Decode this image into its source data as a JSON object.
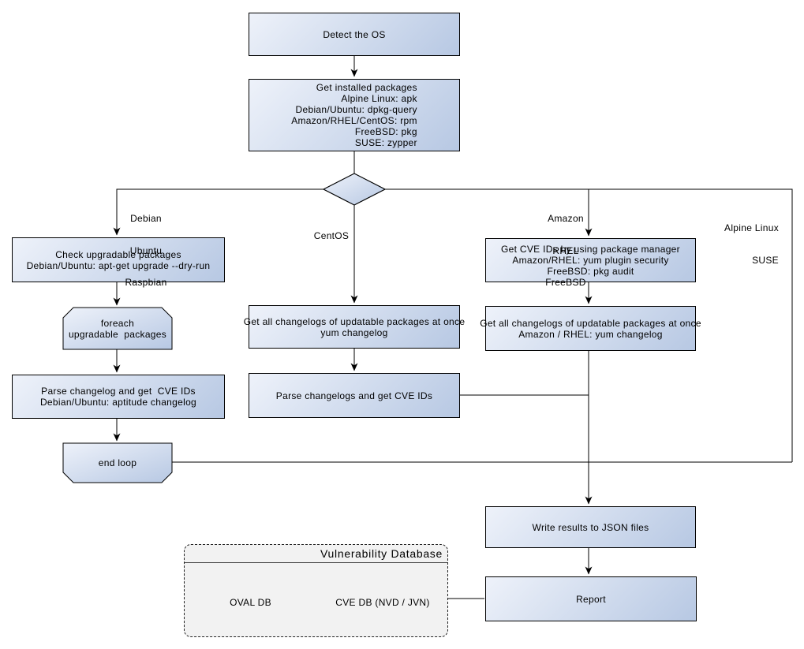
{
  "colors": {
    "node_gradient_start": "#eef2fa",
    "node_gradient_end": "#b7c8e3",
    "cylinder_top": "#d9e3f1",
    "stroke": "#000000",
    "db_container_fill": "#f2f2f2"
  },
  "nodes": {
    "detect_os": {
      "lines": [
        "Detect the OS"
      ]
    },
    "get_installed_packages": {
      "lines": [
        "Get installed packages",
        "Alpine Linux: apk",
        "Debian/Ubuntu: dpkg-query",
        "Amazon/RHEL/CentOS: rpm",
        "FreeBSD: pkg",
        "SUSE: zypper"
      ]
    },
    "check_upgradable": {
      "lines": [
        "Check upgradable packages",
        "Debian/Ubuntu: apt-get upgrade --dry-run"
      ]
    },
    "foreach_loop": {
      "lines": [
        "foreach",
        "upgradable  packages"
      ]
    },
    "parse_changelog_debian": {
      "lines": [
        "Parse changelog and get  CVE IDs",
        "Debian/Ubuntu: aptitude changelog"
      ]
    },
    "end_loop": {
      "lines": [
        "end loop"
      ]
    },
    "get_changelogs_centos": {
      "lines": [
        "Get all changelogs of updatable packages at once",
        "yum changelog"
      ]
    },
    "parse_changelogs_centos": {
      "lines": [
        "Parse changelogs and get CVE IDs"
      ]
    },
    "get_cve_ids_package_manager": {
      "lines": [
        "Get CVE IDs by using package manager",
        "Amazon/RHEL: yum plugin security",
        "FreeBSD: pkg audit"
      ]
    },
    "get_changelogs_amazon_rhel": {
      "lines": [
        "Get all changelogs of updatable packages at once",
        "Amazon / RHEL: yum changelog"
      ]
    },
    "write_results": {
      "lines": [
        "Write results to JSON files"
      ]
    },
    "report": {
      "lines": [
        "Report"
      ]
    }
  },
  "edge_labels": {
    "debian": {
      "lines": [
        "Debian",
        "Ubuntu",
        "Raspbian"
      ]
    },
    "centos": {
      "lines": [
        "CentOS"
      ]
    },
    "amazon": {
      "lines": [
        "Amazon",
        "RHEL",
        "FreeBSD"
      ]
    },
    "alpine": {
      "lines": [
        "Alpine Linux",
        "SUSE"
      ]
    }
  },
  "database": {
    "title": "Vulnerability Database",
    "cylinders": [
      {
        "label": "OVAL DB"
      },
      {
        "label": "CVE DB (NVD / JVN)"
      }
    ]
  }
}
